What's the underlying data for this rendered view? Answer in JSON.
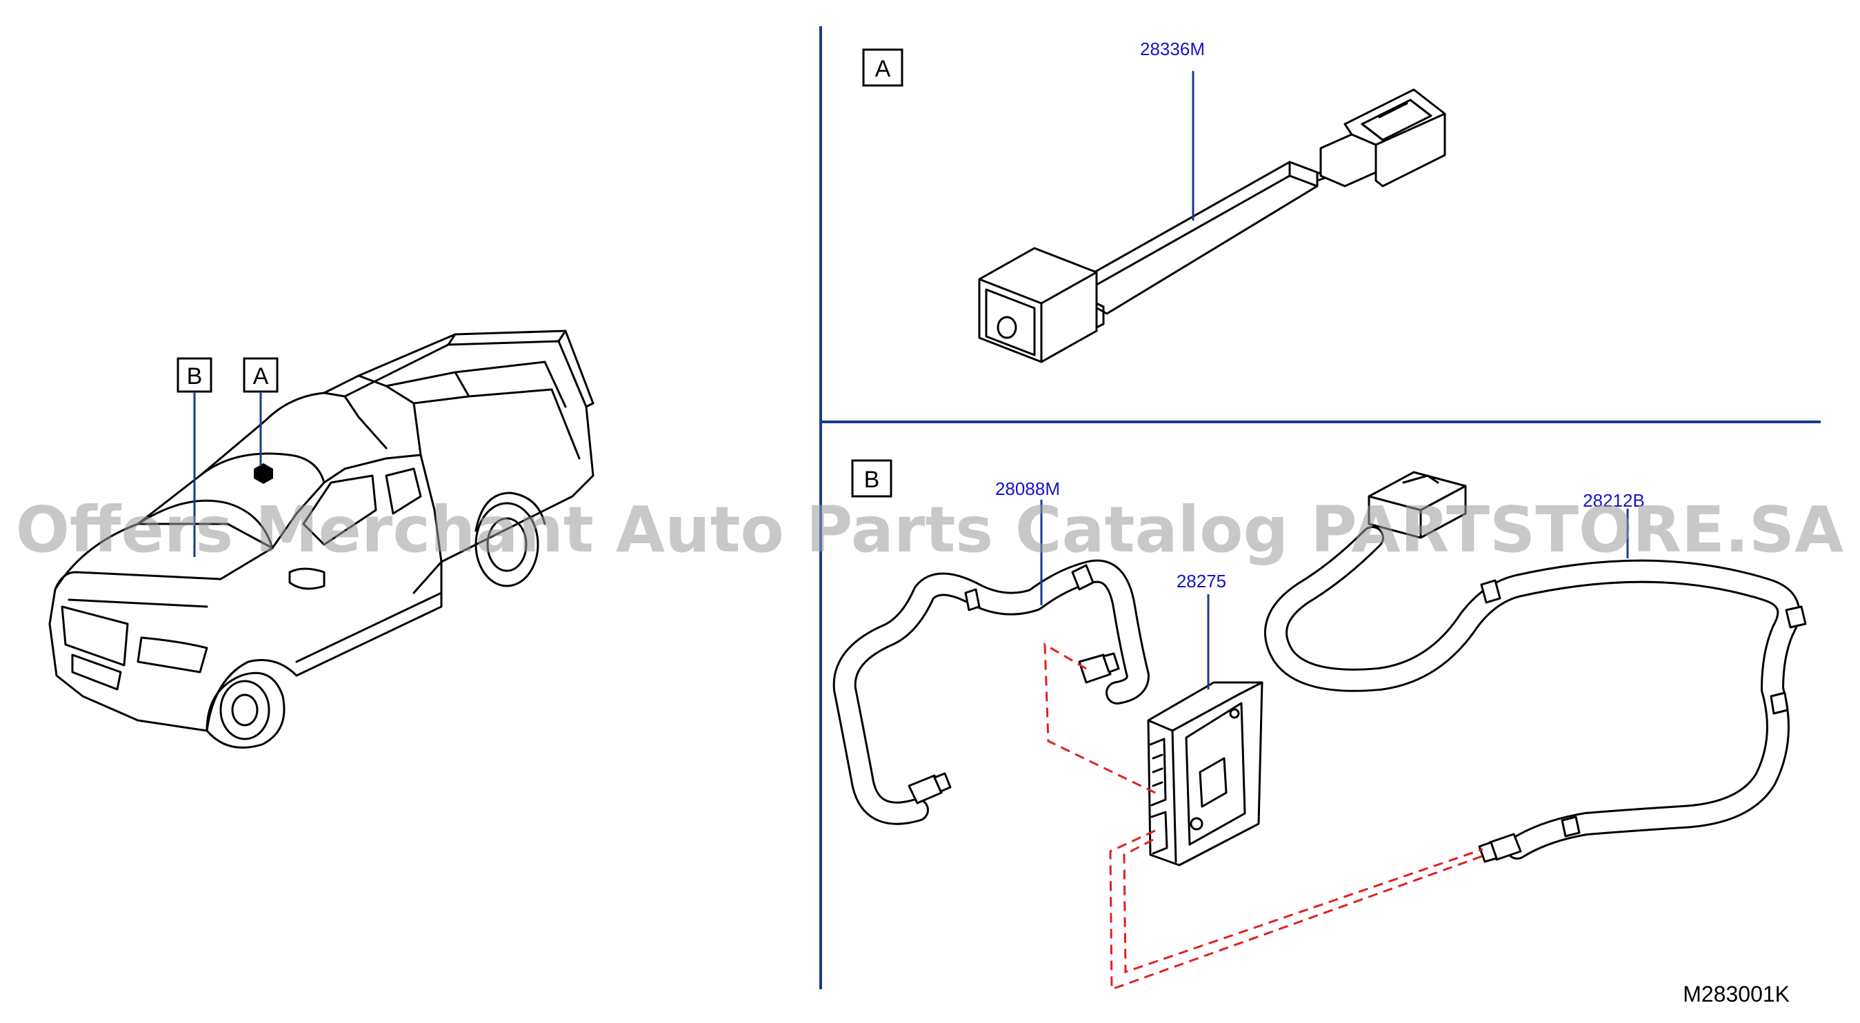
{
  "callouts": {
    "view_a": "A",
    "view_b": "B",
    "truck_a": "A",
    "truck_b": "B"
  },
  "parts": {
    "p28336m": "28336M",
    "p28088m": "28088M",
    "p28275": "28275",
    "p28212b": "28212B"
  },
  "diagram_code": "M283001K",
  "watermark": "Offers Merchant Auto Parts Catalog PARTSTORE.SA",
  "colors": {
    "part_number": "#1414c8",
    "frame_lines": "#1a3a8f",
    "connection_dash": "#e02020",
    "watermark": "#9a9a9a"
  }
}
